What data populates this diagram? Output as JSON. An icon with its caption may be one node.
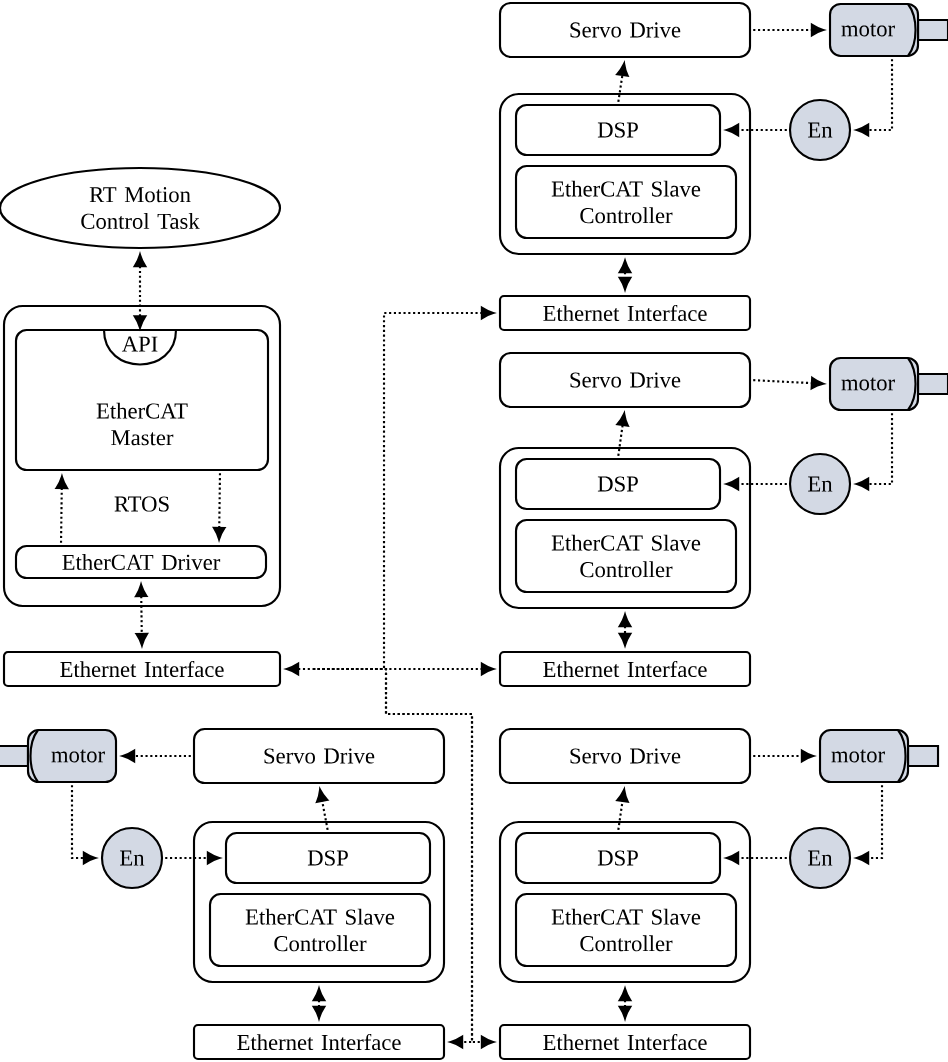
{
  "diagram": {
    "nodes": [
      {
        "text": [
          "RT Motion Control Task"
        ]
      },
      {
        "text": [
          "RTOS"
        ]
      },
      {
        "text": [
          "EtherCAT Master"
        ],
        "in": 1
      },
      {
        "text": [
          "API"
        ],
        "in": 2
      },
      {
        "text": [
          "EtherCAT Driver"
        ],
        "in": 1
      },
      {
        "text": [
          "Ethernet Interface"
        ]
      },
      {
        "text": [
          "Servo Drive"
        ]
      },
      {
        "text": [
          "motor"
        ]
      },
      {
        "text": [],
        "shape": "box"
      },
      {
        "text": [
          "DSP"
        ],
        "in": 8
      },
      {
        "text": [
          "EtherCAT Slave Controller"
        ],
        "in": 8
      },
      {
        "text": [
          "En"
        ]
      },
      {
        "text": [
          "Ethernet Interface"
        ]
      },
      {
        "text": [
          "Servo Drive"
        ]
      },
      {
        "text": [
          "motor"
        ]
      },
      {
        "text": [],
        "shape": "box"
      },
      {
        "text": [
          "DSP"
        ],
        "in": 15
      },
      {
        "text": [
          "EtherCAT Slave Controller"
        ],
        "in": 15
      },
      {
        "text": [
          "En"
        ]
      },
      {
        "text": [
          "Ethernet Interface"
        ]
      },
      {
        "text": [
          "Servo Drive"
        ]
      },
      {
        "text": [
          "motor"
        ]
      },
      {
        "text": [],
        "shape": "box"
      },
      {
        "text": [
          "DSP"
        ],
        "in": 22
      },
      {
        "text": [
          "EtherCAT Slave Controller"
        ],
        "in": 22
      },
      {
        "text": [
          "En"
        ]
      },
      {
        "text": [
          "Ethernet Interface"
        ]
      },
      {
        "text": [
          "Servo Drive"
        ]
      },
      {
        "text": [
          "motor"
        ]
      },
      {
        "text": [],
        "shape": "box"
      },
      {
        "text": [
          "DSP"
        ],
        "in": 29
      },
      {
        "text": [
          "EtherCAT Slave Controller"
        ],
        "in": 29
      },
      {
        "text": [
          "En"
        ]
      },
      {
        "text": [
          "Ethernet Interface"
        ]
      }
    ],
    "edges": [
      {
        "from": 0,
        "to": 3,
        "arrow": "both"
      },
      {
        "from": 2,
        "to": 4,
        "arrow": "to"
      },
      {
        "from": 4,
        "to": 2,
        "arrow": "to"
      },
      {
        "from": 4,
        "to": 5,
        "arrow": "both"
      },
      {
        "from": 5,
        "to": 12,
        "arrow": "to"
      },
      {
        "from": 5,
        "to": 19,
        "arrow": "both"
      },
      {
        "from": 5,
        "to": 26,
        "arrow": "to"
      },
      {
        "from": 5,
        "to": 33,
        "arrow": "to"
      },
      {
        "from": 8,
        "to": 12,
        "arrow": "both"
      },
      {
        "from": 9,
        "to": 6,
        "arrow": "to"
      },
      {
        "from": 6,
        "to": 7,
        "arrow": "to"
      },
      {
        "from": 7,
        "to": 11,
        "arrow": "to"
      },
      {
        "from": 11,
        "to": 9,
        "arrow": "to"
      },
      {
        "from": 15,
        "to": 19,
        "arrow": "both"
      },
      {
        "from": 16,
        "to": 13,
        "arrow": "to"
      },
      {
        "from": 13,
        "to": 14,
        "arrow": "to"
      },
      {
        "from": 14,
        "to": 18,
        "arrow": "to"
      },
      {
        "from": 18,
        "to": 16,
        "arrow": "to"
      },
      {
        "from": 22,
        "to": 26,
        "arrow": "both"
      },
      {
        "from": 23,
        "to": 20,
        "arrow": "to"
      },
      {
        "from": 20,
        "to": 21,
        "arrow": "to"
      },
      {
        "from": 21,
        "to": 25,
        "arrow": "to"
      },
      {
        "from": 25,
        "to": 23,
        "arrow": "to"
      },
      {
        "from": 29,
        "to": 33,
        "arrow": "both"
      },
      {
        "from": 30,
        "to": 27,
        "arrow": "to"
      },
      {
        "from": 27,
        "to": 28,
        "arrow": "to"
      },
      {
        "from": 28,
        "to": 32,
        "arrow": "to"
      },
      {
        "from": 32,
        "to": 30,
        "arrow": "to"
      }
    ]
  }
}
